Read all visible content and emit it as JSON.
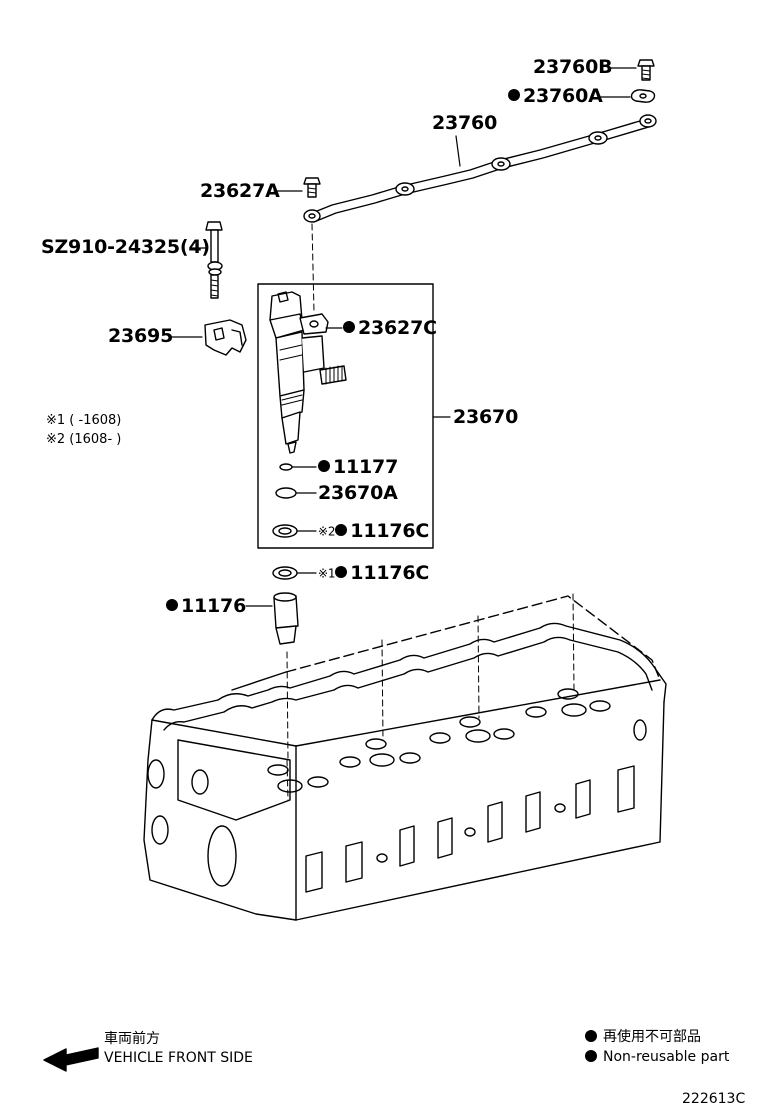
{
  "parts": {
    "p23760B": "23760B",
    "p23760A": "23760A",
    "p23760": "23760",
    "p23627A": "23627A",
    "sz910": "SZ910-24325(4)",
    "p23695": "23695",
    "p23627C": "23627C",
    "p23670": "23670",
    "p11177": "11177",
    "p23670A": "23670A",
    "p11176C_2": "11176C",
    "p11176C_1": "11176C",
    "p11176": "11176"
  },
  "refs": {
    "r1": "※1",
    "r2": "※2"
  },
  "notes": {
    "note1": "※1 (       -1608)",
    "note2": "※2 (1608-       )"
  },
  "direction": {
    "jp": "車両前方",
    "en": "VEHICLE FRONT SIDE"
  },
  "legend": {
    "jp": "再使用不可部品",
    "en": "Non-reusable part"
  },
  "figure_code": "222613C"
}
